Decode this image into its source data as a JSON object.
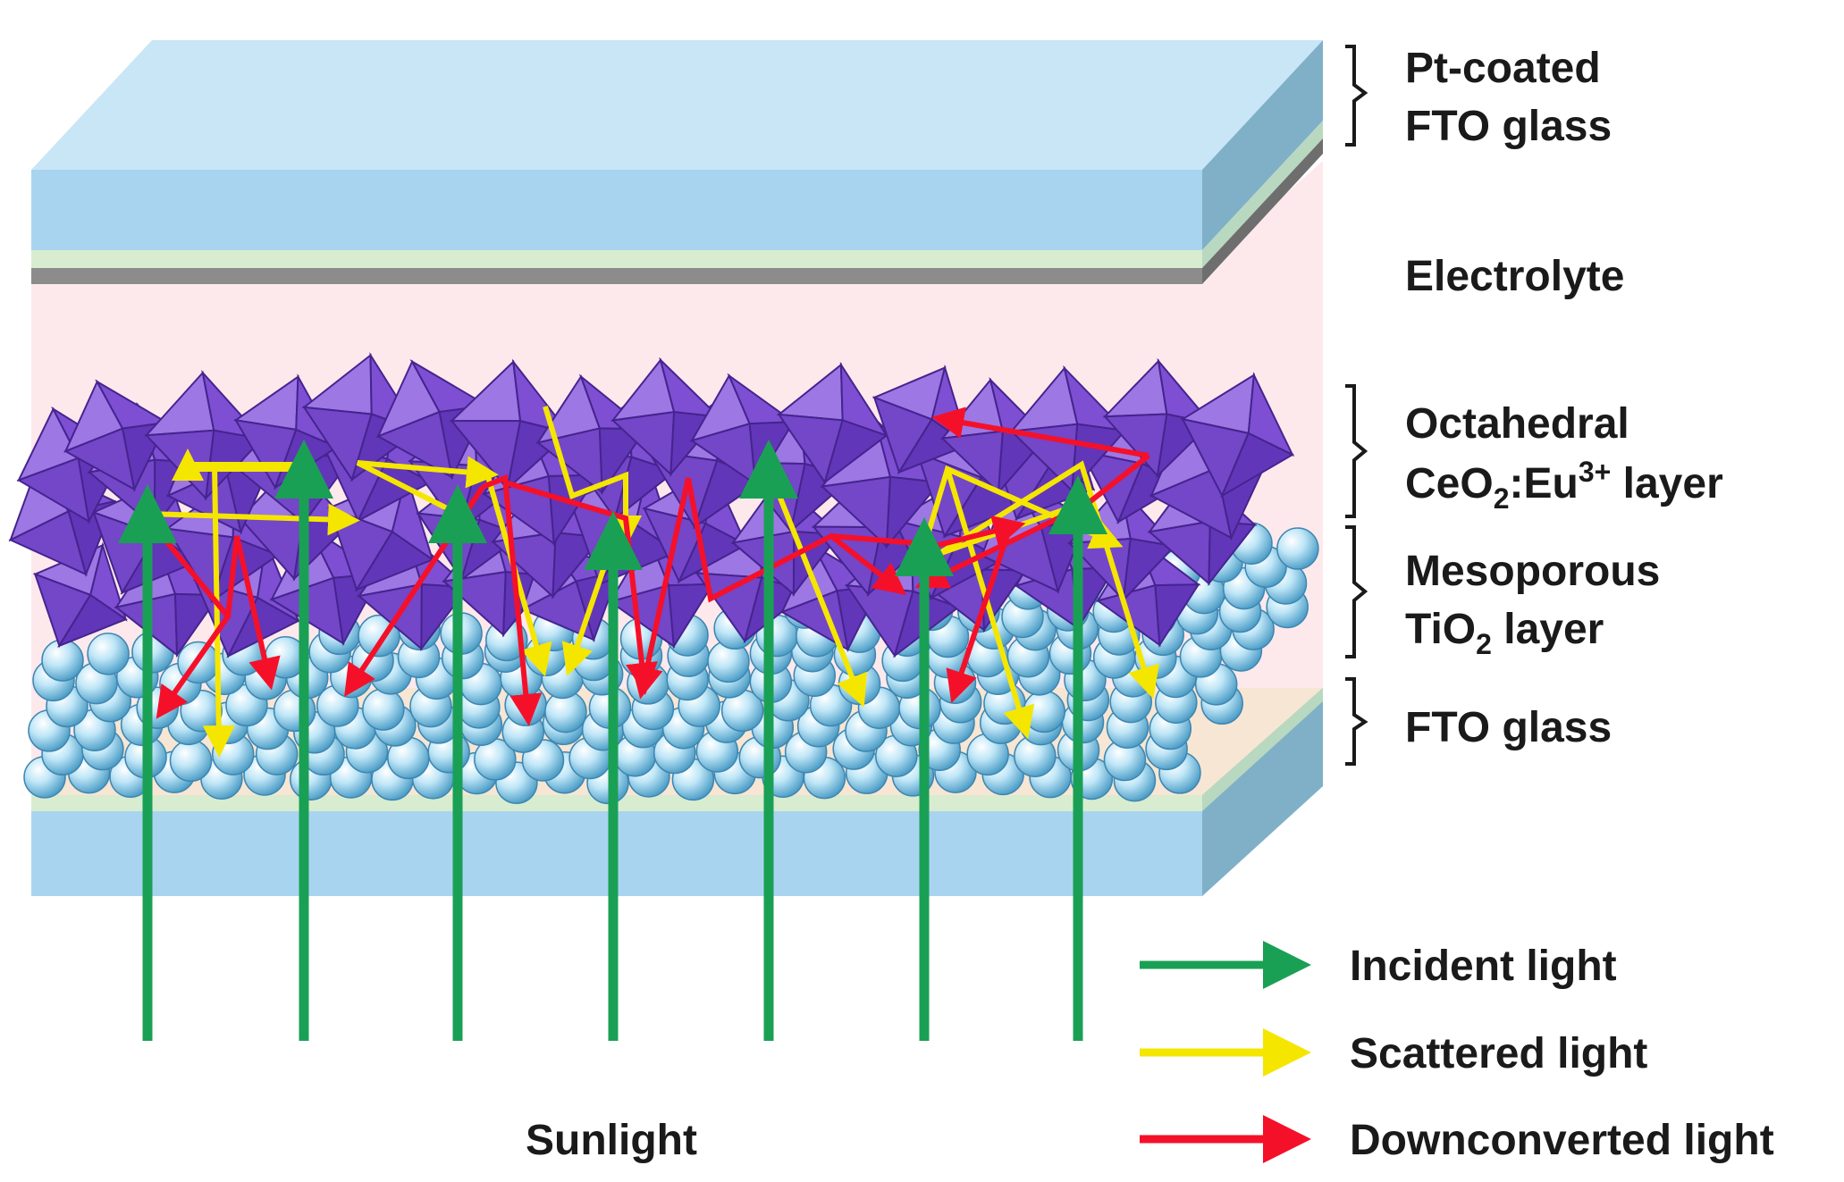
{
  "labels": {
    "pt_coated_line1": "Pt-coated",
    "pt_coated_line2": "FTO glass",
    "electrolyte": "Electrolyte",
    "octahedral_line1": "Octahedral",
    "octahedral_line2_prefix": "CeO",
    "octahedral_line2_sub": "2",
    "octahedral_line2_mid": ":Eu",
    "octahedral_line2_sup": "3+",
    "octahedral_line2_suffix": " layer",
    "mesoporous_line1": "Mesoporous",
    "mesoporous_line2_prefix": "TiO",
    "mesoporous_line2_sub": "2",
    "mesoporous_line2_suffix": " layer",
    "fto_glass": "FTO glass",
    "sunlight": "Sunlight"
  },
  "legend": [
    {
      "label": "Incident light",
      "color": "#1aa055"
    },
    {
      "label": "Scattered light",
      "color": "#f5e600"
    },
    {
      "label": "Downconverted light",
      "color": "#f5102a"
    }
  ],
  "colors": {
    "glass_top": "#c9e6f7",
    "glass_front": "#a9d4f0",
    "glass_side": "#7fb0c8",
    "fto_coat": "#d8ecd0",
    "pt_coat": "#8c8c8c",
    "electrolyte": "#fde9ec",
    "octahedron": "#8a5ad8",
    "octahedron_edge": "#4a2a9a",
    "tio2_bead": "#a8dcf2",
    "bottom_fto": "#f4e4d0",
    "incident": "#1aa055",
    "scattered": "#f5e600",
    "downconverted": "#f5102a"
  }
}
